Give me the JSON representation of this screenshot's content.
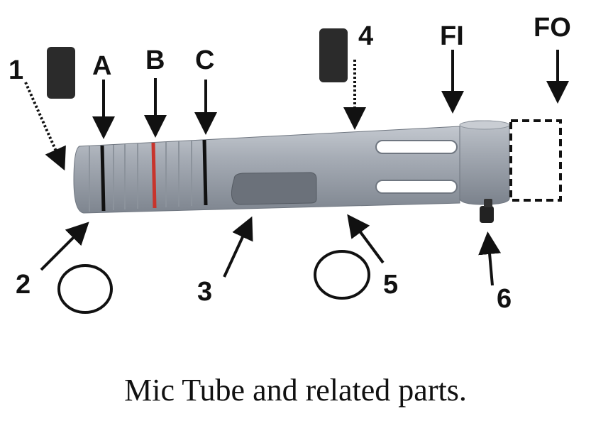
{
  "figure": {
    "labels": {
      "n1": "1",
      "n2": "2",
      "n3": "3",
      "n4": "4",
      "n5": "5",
      "n6": "6",
      "a": "A",
      "b": "B",
      "c": "C",
      "fi": "FI",
      "fo": "FO"
    },
    "caption": "Mic Tube and related parts."
  },
  "colors": {
    "tube": "#9aa1ab",
    "tube_dark": "#7b828c",
    "ring_black": "#111111",
    "ring_red": "#c8342c",
    "foam": "#2b2b2b"
  }
}
